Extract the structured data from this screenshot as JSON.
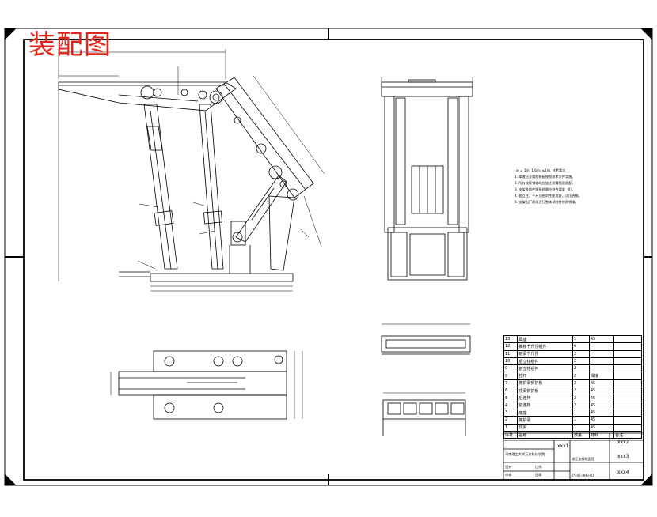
{
  "title_stamp": "装配图",
  "tech_notes": [
    "Ⅰ₁φ = 1m, 1.6m, ≤1m.    技术要求",
    "1.    本液压支架的装配按照技术文件实施。",
    "2.    所有铰接销轴均应加注润滑脂后装配。",
    "3.    支架各部件焊接质量应符合要求（Ⅱ）。",
    "4.    各立柱、千斤顶密封性能良好，试压合格。",
    "5.    支架出厂前须进行整体试验并涂防锈漆。"
  ],
  "bom_rows": [
    {
      "no": "13",
      "name": "耳座",
      "qty": "1",
      "material": "45",
      "note": ""
    },
    {
      "no": "12",
      "name": "推移千斤顶组件",
      "qty": "6",
      "material": "",
      "note": ""
    },
    {
      "no": "11",
      "name": "前梁千斤顶",
      "qty": "2",
      "material": "",
      "note": ""
    },
    {
      "no": "10",
      "name": "后立柱组件",
      "qty": "2",
      "material": "",
      "note": ""
    },
    {
      "no": "9",
      "name": "前立柱组件",
      "qty": "2",
      "material": "",
      "note": ""
    },
    {
      "no": "8",
      "name": "拉杆",
      "qty": "2",
      "material": "焊接",
      "note": ""
    },
    {
      "no": "7",
      "name": "掩护梁侧护板",
      "qty": "2",
      "material": "45",
      "note": ""
    },
    {
      "no": "6",
      "name": "顶梁侧护板",
      "qty": "2",
      "material": "45",
      "note": ""
    },
    {
      "no": "5",
      "name": "后连杆",
      "qty": "2",
      "material": "45",
      "note": ""
    },
    {
      "no": "4",
      "name": "前连杆",
      "qty": "2",
      "material": "45",
      "note": ""
    },
    {
      "no": "3",
      "name": "底座",
      "qty": "1",
      "material": "45",
      "note": ""
    },
    {
      "no": "2",
      "name": "掩护梁",
      "qty": "1",
      "material": "45",
      "note": ""
    },
    {
      "no": "1",
      "name": "顶梁",
      "qty": "1",
      "material": "45",
      "note": ""
    }
  ],
  "bom_header": {
    "no": "序号",
    "name": "名称",
    "qty": "数量",
    "material": "材料",
    "note": "备注"
  },
  "title_block": {
    "cell1": "xxx1",
    "cell2": "xxx2",
    "cell3": "xxx3",
    "cell4": "xxx4",
    "school": "河南理工大学万方科技学院",
    "drawing_name": "液压支架装配图",
    "scale": "比例",
    "designer": "设计",
    "checker": "审核",
    "drawing_no": "ZY-07-装配-01",
    "date": "日期"
  },
  "colors": {
    "line": "#000000",
    "stamp": "#e2231a",
    "paper": "#ffffff"
  }
}
